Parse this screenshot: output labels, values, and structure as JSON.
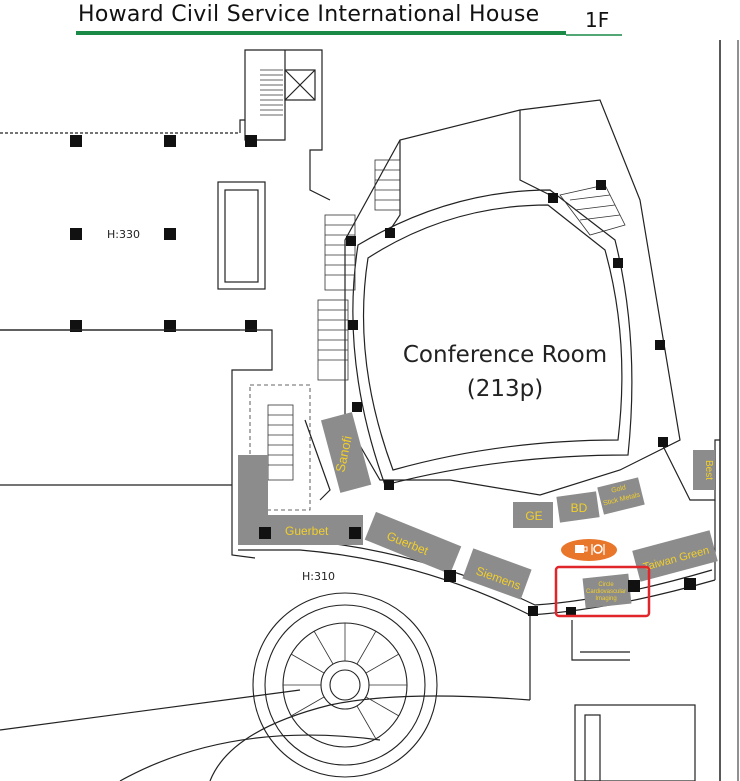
{
  "header": {
    "title": "Howard Civil Service International House",
    "floor": "1F",
    "underline_color": "#1a8a46"
  },
  "rooms": {
    "conference_name": "Conference Room",
    "conference_capacity": "(213p)"
  },
  "heights": {
    "upper_hall": "H:330",
    "corridor": "H:310"
  },
  "booths": {
    "sanofi": "Sanofi",
    "guerbet_corner": "Guerbet",
    "guerbet": "Guerbet",
    "siemens": "Siemens",
    "ge": "GE",
    "bd": "BD",
    "gold_stick_1": "Gold",
    "gold_stick_2": "Stick Metals",
    "taiwan_green": "Taiwan Green",
    "best": "Best",
    "circle_1": "Circle",
    "circle_2": "Cardiovascular",
    "circle_3": "Imaging"
  },
  "colors": {
    "booth_fill": "#8c8c8c",
    "booth_text": "#f2cf2a",
    "highlight": "#e0262a",
    "marker": "#e8762b",
    "wall": "#222222"
  },
  "icons": {
    "registration_marker": "coffee-dining-icon"
  }
}
